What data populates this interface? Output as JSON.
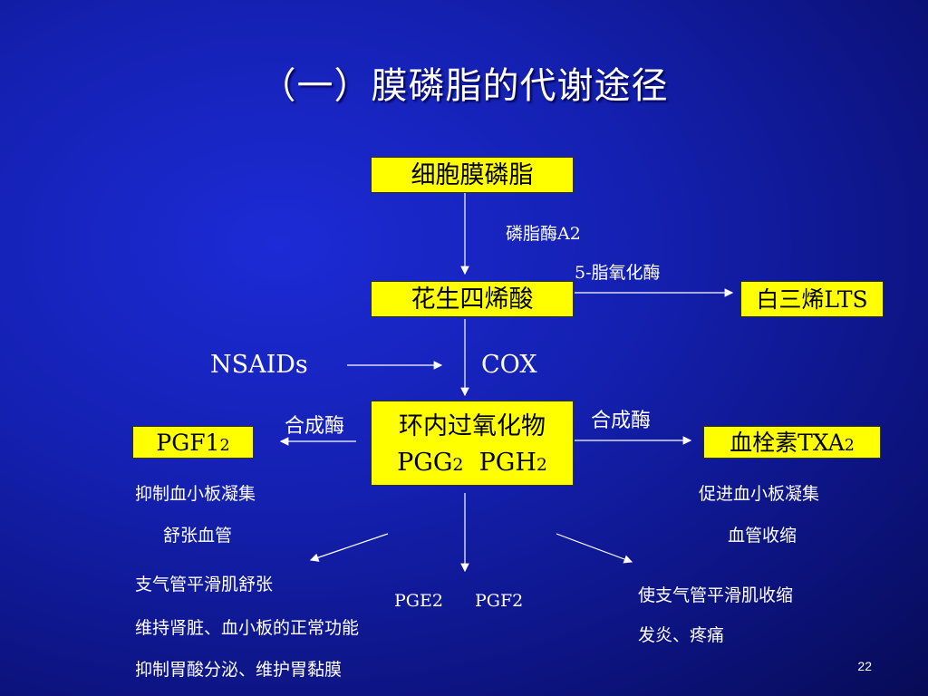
{
  "title": "（一）膜磷脂的代谢途径",
  "nodes": {
    "membrane": "细胞膜磷脂",
    "aa": "花生四烯酸",
    "lts": "白三烯LTS",
    "endoperoxide_line1": "环内过氧化物",
    "endoperoxide_pgg": "PGG",
    "endoperoxide_pgg_sub": "2",
    "endoperoxide_pgh": "PGH",
    "endoperoxide_pgh_sub": "2",
    "pgf_main": "PGF1",
    "pgf_sub": "2",
    "txa_main": "血栓素TXA",
    "txa_sub": "2"
  },
  "edge_labels": {
    "pla2": "磷脂酶A2",
    "lipoxygenase": "5-脂氧化酶",
    "nsaids": "NSAIDs",
    "cox": "COX",
    "synthase_left": "合成酶",
    "synthase_right": "合成酶",
    "pge2": "PGE2",
    "pgf2": "PGF2"
  },
  "effects": {
    "pgf_line1": "抑制血小板凝集",
    "pgf_line2": "舒张血管",
    "txa_line1": "促进血小板凝集",
    "txa_line2": "血管收缩",
    "left_line1": "支气管平滑肌舒张",
    "left_line2": "维持肾脏、血小板的正常功能",
    "left_line3": "抑制胃酸分泌、维护胃黏膜",
    "right_line1": "使支气管平滑肌收缩",
    "right_line2": "发炎、疼痛"
  },
  "page_number": "22",
  "colors": {
    "background": "#1420b0",
    "box_fill": "#ffff00",
    "text": "#ffffff"
  }
}
